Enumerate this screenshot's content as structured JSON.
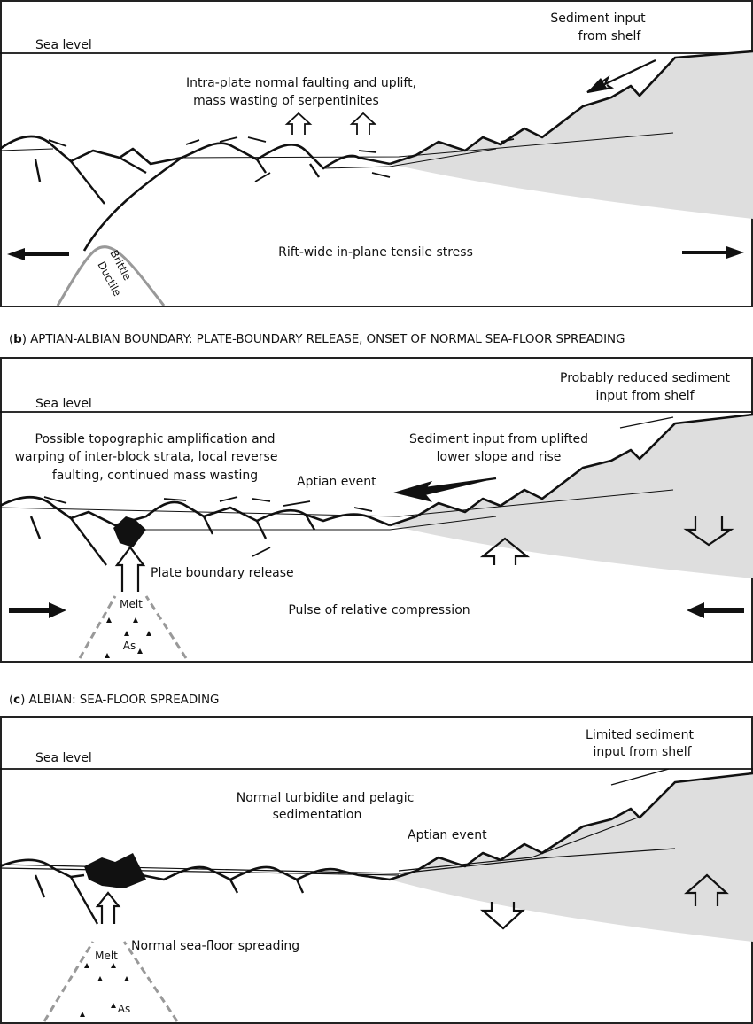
{
  "panel_a": {
    "sea_level": "Sea level",
    "sediment_1": "Sediment input",
    "sediment_2": "from shelf",
    "faulting_1": "Intra-plate normal faulting and uplift,",
    "faulting_2": "mass wasting of serpentinites",
    "stress": "Rift-wide in-plane tensile stress",
    "brittle": "Brittle",
    "ductile": "Ductile"
  },
  "panel_b": {
    "caption_letter": "b",
    "caption_text": "APTIAN-ALBIAN BOUNDARY:  PLATE-BOUNDARY RELEASE, ONSET OF NORMAL SEA-FLOOR SPREADING",
    "sea_level": "Sea level",
    "reduced_1": "Probably reduced sediment",
    "reduced_2": "input from shelf",
    "topo_1": "Possible topographic amplification and",
    "topo_2": "warping of inter-block strata, local reverse",
    "topo_3": "faulting, continued mass wasting",
    "uplifted_1": "Sediment input from uplifted",
    "uplifted_2": "lower slope and rise",
    "aptian": "Aptian event",
    "release": "Plate boundary release",
    "compression": "Pulse of relative compression",
    "melt": "Melt",
    "as": "As"
  },
  "panel_c": {
    "caption_letter": "c",
    "caption_text": "ALBIAN:  SEA-FLOOR SPREADING",
    "sea_level": "Sea level",
    "limited_1": "Limited sediment",
    "limited_2": "input from shelf",
    "turbidite_1": "Normal turbidite and pelagic",
    "turbidite_2": "sedimentation",
    "aptian": "Aptian event",
    "spreading": "Normal sea-floor spreading",
    "melt": "Melt",
    "as": "As"
  }
}
